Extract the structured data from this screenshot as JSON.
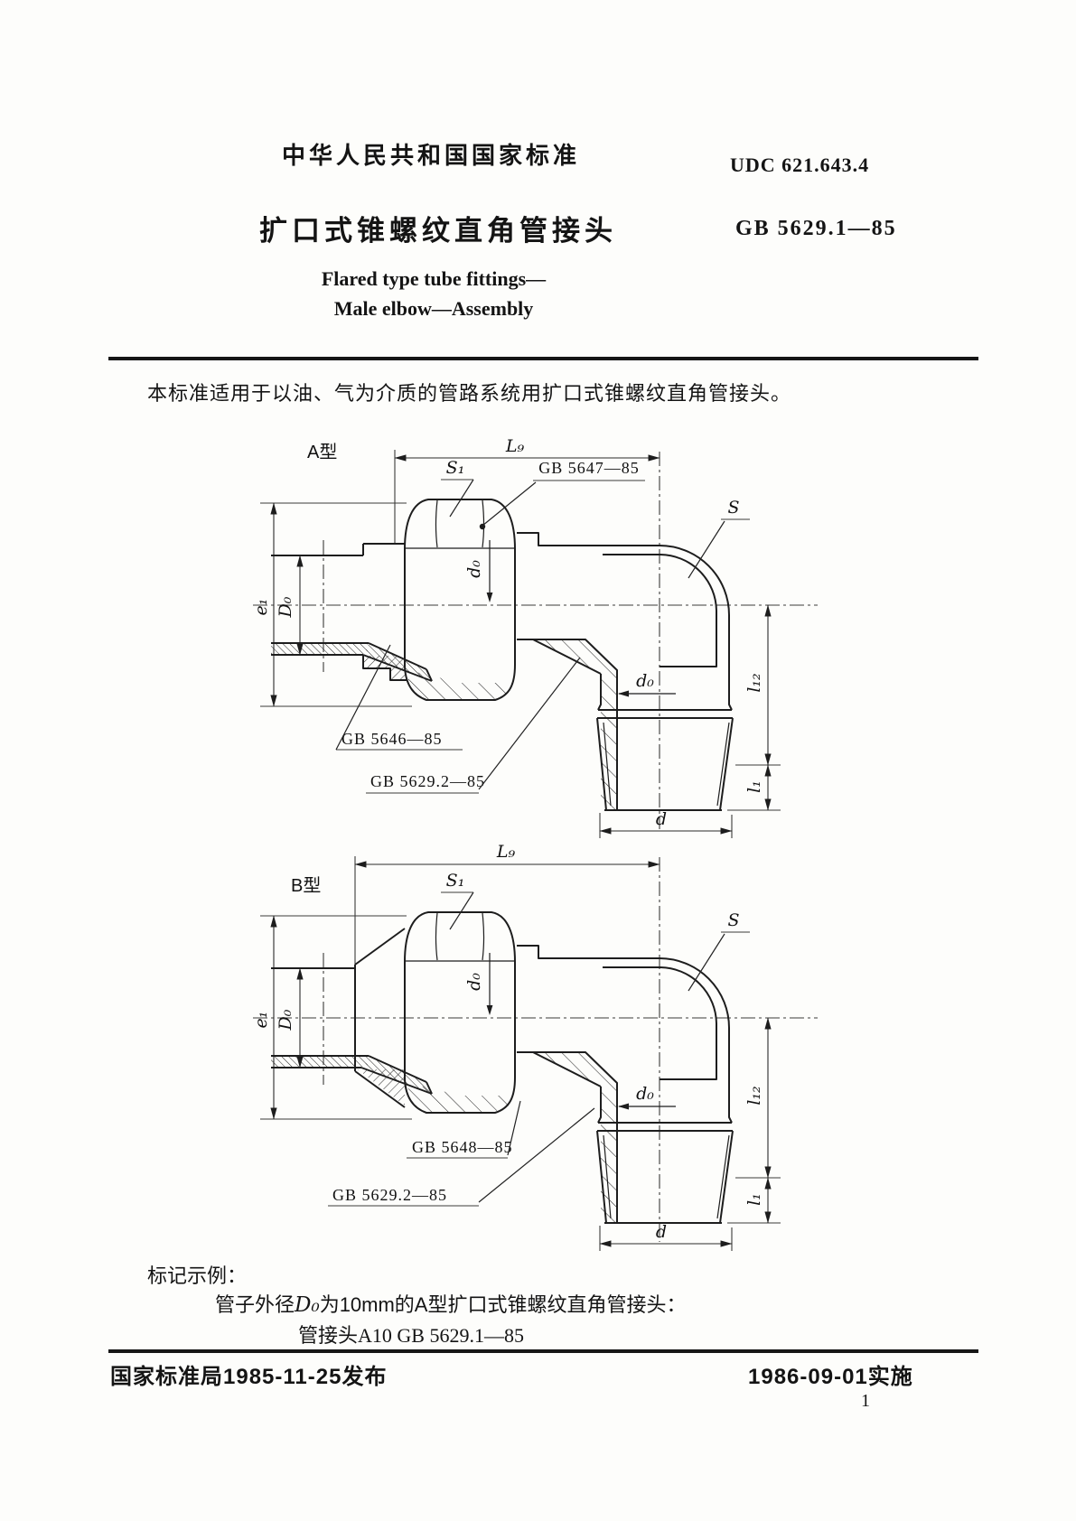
{
  "header": {
    "standard_org": "中华人民共和国国家标准",
    "udc": "UDC 621.643.4",
    "title_zh": "扩口式锥螺纹直角管接头",
    "standard_no": "GB 5629.1—85",
    "title_en_line1": "Flared type tube fittings—",
    "title_en_line2": "Male elbow—Assembly"
  },
  "body": {
    "scope": "本标准适用于以油、气为介质的管路系统用扩口式锥螺纹直角管接头。"
  },
  "drawings": {
    "a": {
      "type_label": "A型",
      "labels": {
        "l9": "L₉",
        "s1": "S₁",
        "s": "S",
        "e1": "e₁",
        "D0": "D₀",
        "d0": "d₀",
        "d0b": "d₀",
        "l12": "l₁₂",
        "l1": "l₁",
        "d": "d"
      },
      "callouts": {
        "nut": "GB 5647—85",
        "sleeve": "GB 5646—85",
        "body": "GB 5629.2—85"
      }
    },
    "b": {
      "type_label": "B型",
      "labels": {
        "l9": "L₉",
        "s1": "S₁",
        "s": "S",
        "e1": "e₁",
        "D0": "D₀",
        "d0": "d₀",
        "d0b": "d₀",
        "l12": "l₁₂",
        "l1": "l₁",
        "d": "d"
      },
      "callouts": {
        "sleeve": "GB 5648—85",
        "body": "GB 5629.2—85"
      }
    }
  },
  "example": {
    "heading": "标记示例：",
    "line1_prefix": "管子外径",
    "line1_symbol": "D₀",
    "line1_suffix": "为10mm的A型扩口式锥螺纹直角管接头：",
    "line2": "管接头A10 GB 5629.1—85"
  },
  "footer": {
    "issued": "国家标准局1985-11-25发布",
    "effective": "1986-09-01实施",
    "page_number": "1"
  }
}
